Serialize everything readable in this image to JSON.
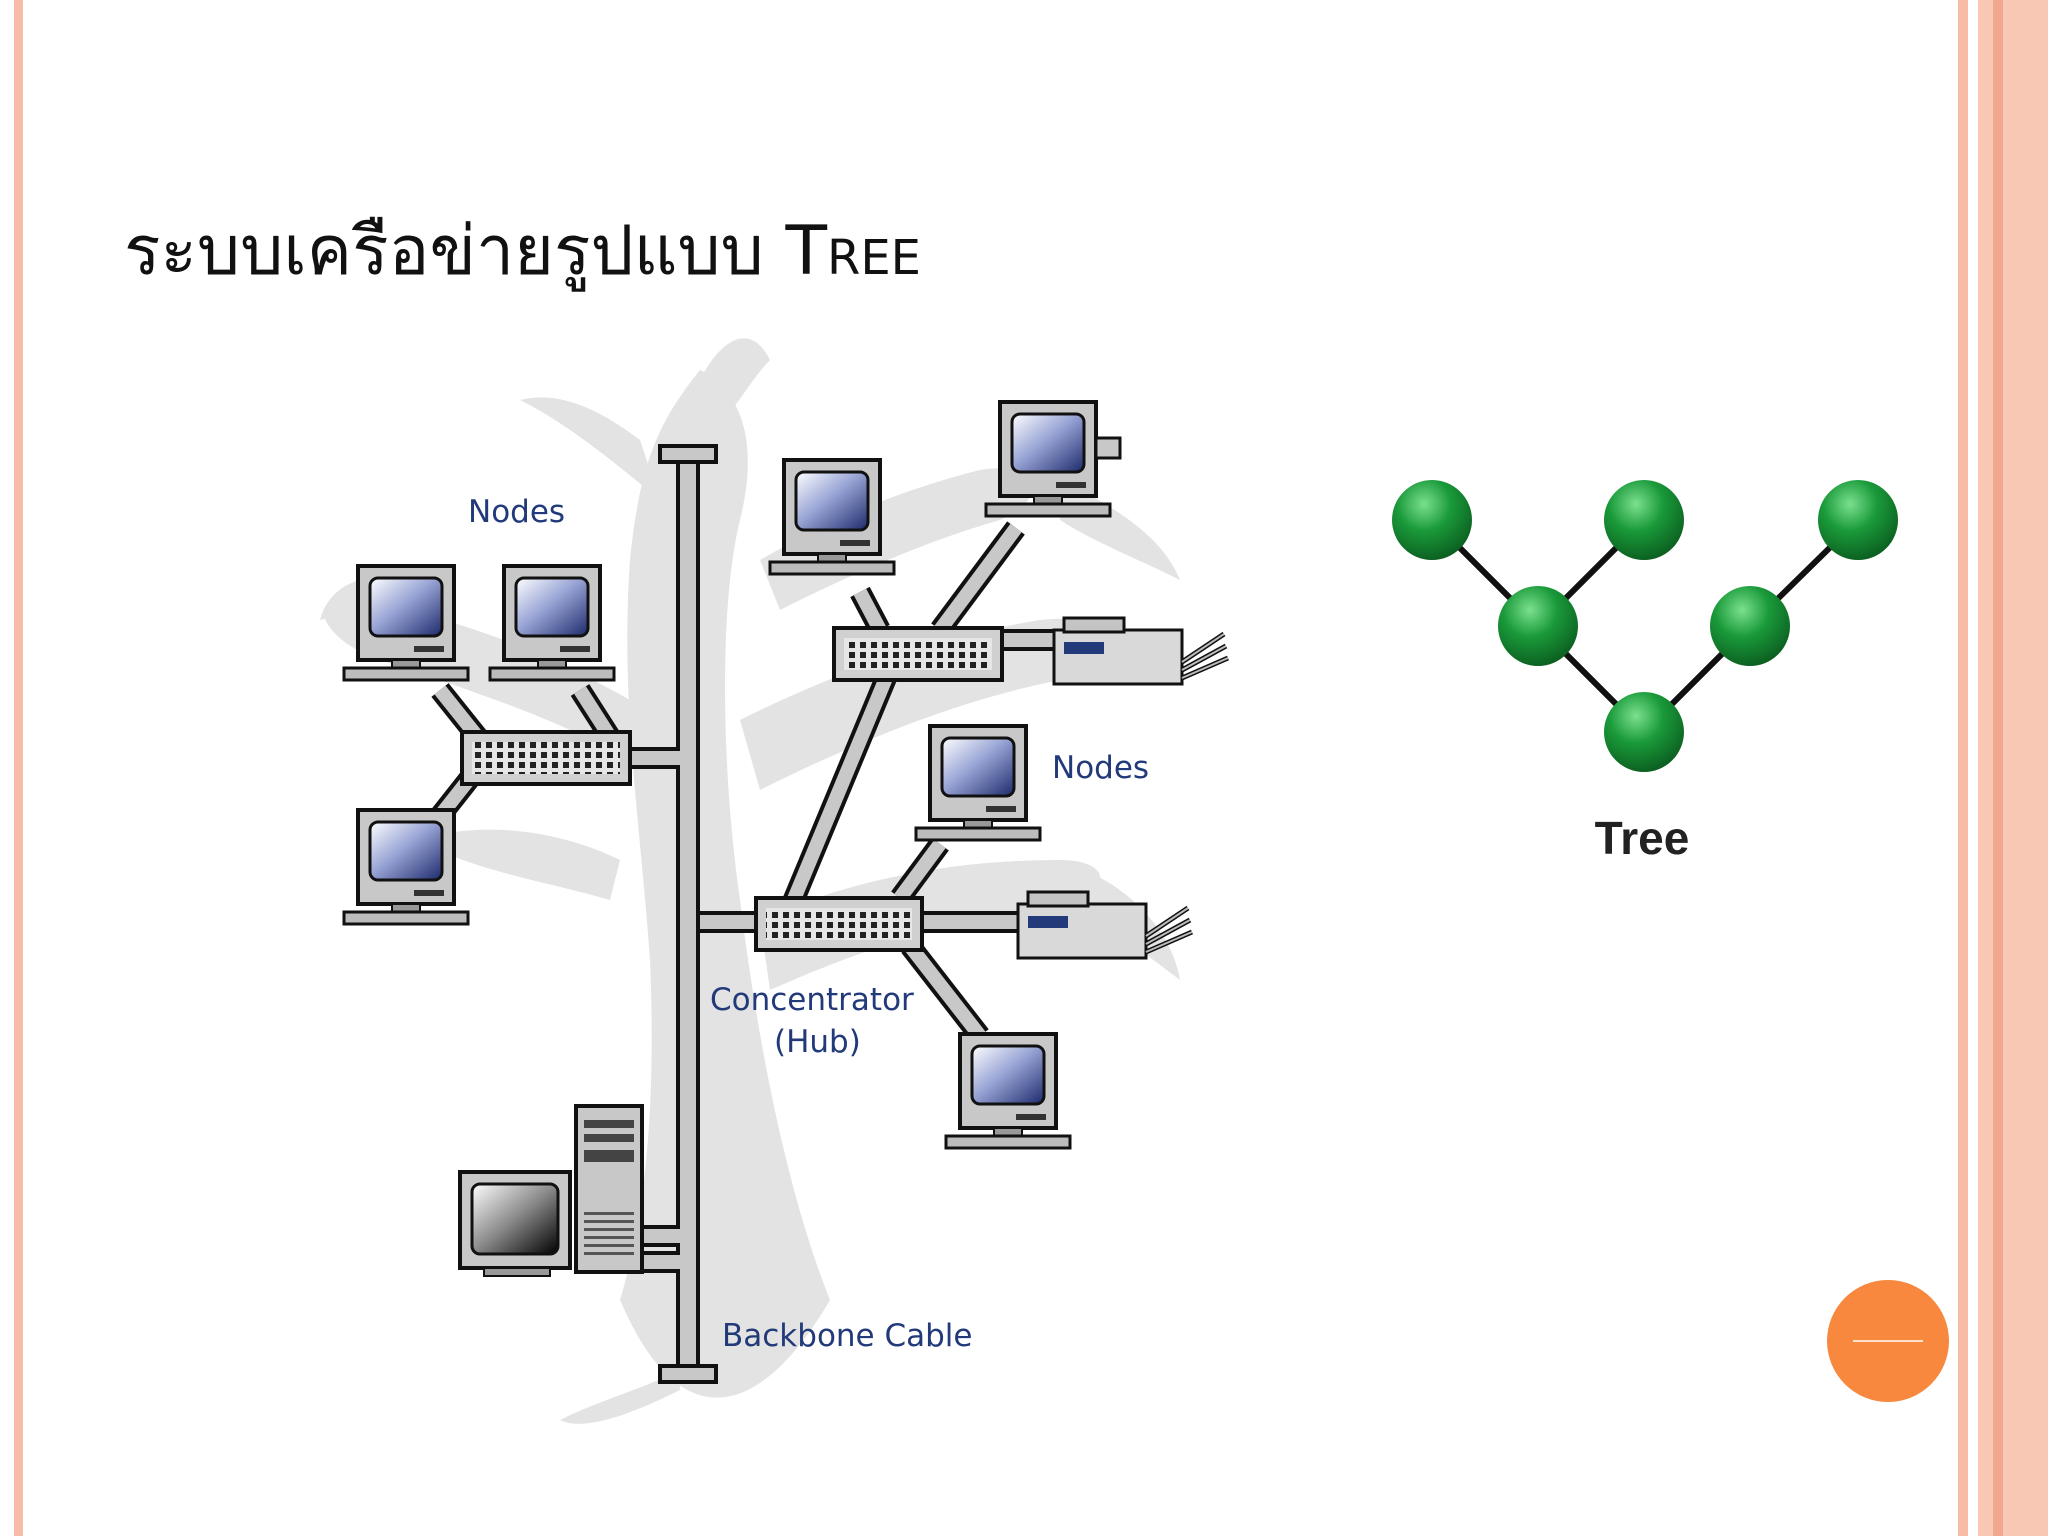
{
  "slide": {
    "title_thai": "ระบบเครือข่ายรูปแบบ ",
    "title_en": "Tree"
  },
  "diagram": {
    "label_nodes_left": "Nodes",
    "label_nodes_right": "Nodes",
    "label_concentrator": "Concentrator",
    "label_hub": "(Hub)",
    "label_backbone": "Backbone Cable"
  },
  "graph": {
    "label": "Tree",
    "node_color": "#1a9a3a"
  },
  "colors": {
    "frame": "#f7bba6",
    "badge": "#f7883e"
  }
}
